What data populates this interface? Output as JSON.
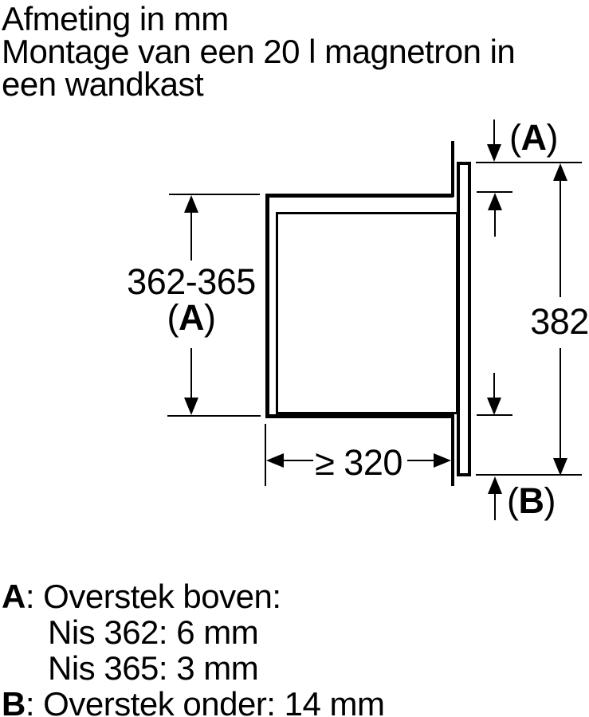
{
  "title": {
    "line1": "Afmeting in mm",
    "line2": "Montage van een 20 l magnetron in",
    "line3": "een wandkast"
  },
  "diagram": {
    "niche_height_value": "362-365",
    "ref_a_open": "(",
    "ref_a_letter": "A",
    "ref_a_close": ")",
    "front_height_value": "382",
    "niche_depth_value": "≥ 320",
    "ref_b_open": "(",
    "ref_b_letter": "B",
    "ref_b_close": ")"
  },
  "legend": {
    "a_key": "A",
    "a_text": ": Overstek boven:",
    "a_sub1": "Nis 362: 6 mm",
    "a_sub2": "Nis 365: 3 mm",
    "b_key": "B",
    "b_text": ": Overstek onder: 14 mm"
  }
}
